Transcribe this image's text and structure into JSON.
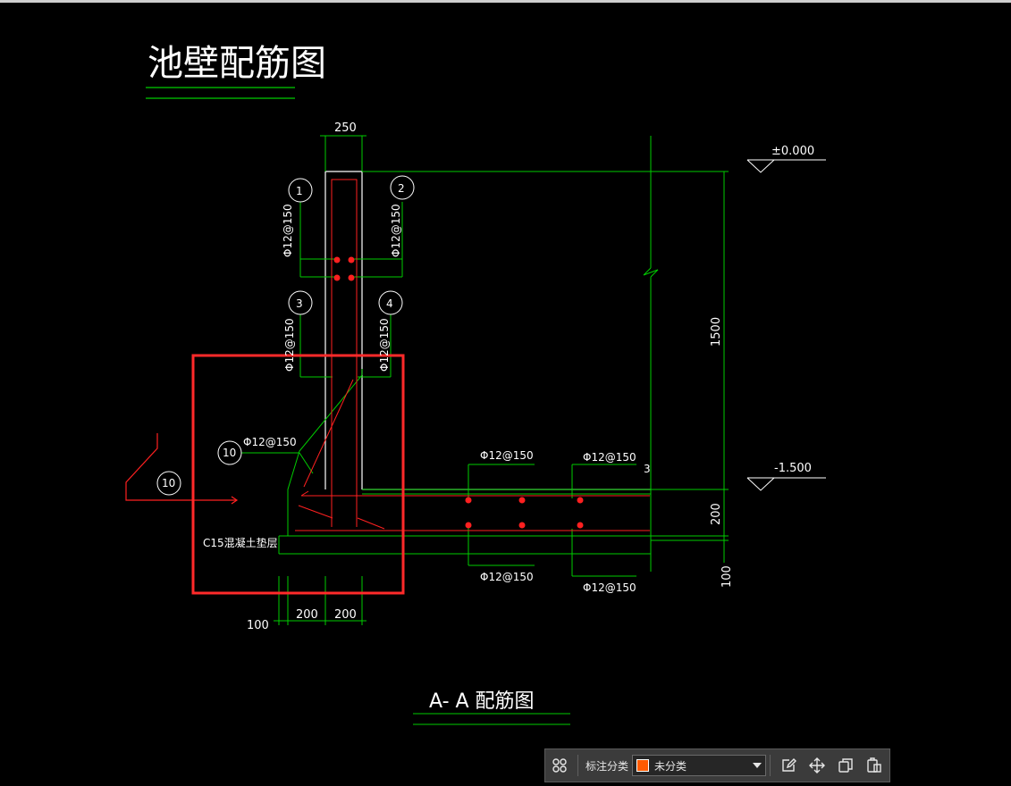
{
  "drawing": {
    "title": "池壁配筋图",
    "section_title": "A- A  配筋图",
    "dims": {
      "wall_thickness": "250",
      "wall_height": "1500",
      "slab_thickness": "200",
      "cushion_thickness": "100",
      "bottom_100": "100",
      "bottom_200a": "200",
      "bottom_200b": "200"
    },
    "elevations": {
      "top": "±0.000",
      "bottom": "-1.500"
    },
    "callouts": [
      "1",
      "2",
      "3",
      "4",
      "10",
      "10"
    ],
    "rebar_labels": {
      "r1": "Φ12@150",
      "r2": "Φ12@150",
      "r3": "Φ12@150",
      "r4": "Φ12@150",
      "r10": "Φ12@150",
      "slab_top_left": "Φ12@150",
      "slab_top_right": "Φ12@150",
      "slab_bot_left": "Φ12@150",
      "slab_bot_right": "Φ12@150"
    },
    "small_mark": "3",
    "cushion_label": "C15混凝土垫层",
    "colors": {
      "outline": "#ffffff",
      "dimension": "#00cc00",
      "rebar": "#ff2020",
      "highlight_box": "#ff2a2a"
    }
  },
  "toolbar": {
    "label": "标注分类",
    "selected": "未分类",
    "icons": [
      "grid-icon",
      "edit-icon",
      "move-icon",
      "copy-icon",
      "paste-icon"
    ]
  }
}
